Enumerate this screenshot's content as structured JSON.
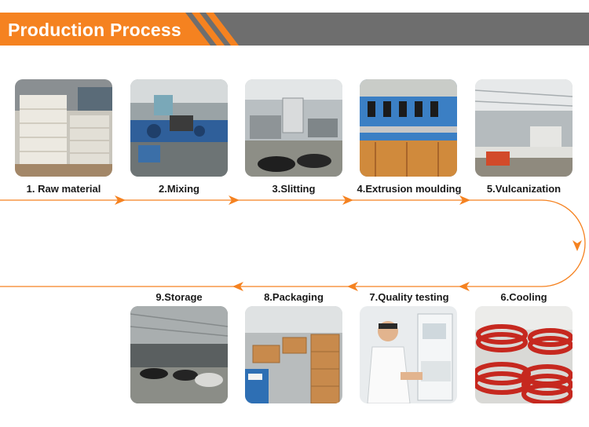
{
  "header": {
    "title": "Production Process",
    "accent_color": "#f58220",
    "bar_color": "#6e6e6e"
  },
  "flow_color": "#f58220",
  "steps": [
    {
      "label": "1. Raw material",
      "image": "raw-material-sacks-photo"
    },
    {
      "label": "2.Mixing",
      "image": "mixing-machinery-photo"
    },
    {
      "label": "3.Slitting",
      "image": "slitting-line-photo"
    },
    {
      "label": "4.Extrusion moulding",
      "image": "extrusion-line-photo"
    },
    {
      "label": "5.Vulcanization",
      "image": "vulcanization-workshop-photo"
    },
    {
      "label": "6.Cooling",
      "image": "red-hose-coils-photo"
    },
    {
      "label": "7.Quality testing",
      "image": "lab-technician-testing-photo"
    },
    {
      "label": "8.Packaging",
      "image": "cardboard-boxes-photo"
    },
    {
      "label": "9.Storage",
      "image": "warehouse-storage-photo"
    }
  ]
}
